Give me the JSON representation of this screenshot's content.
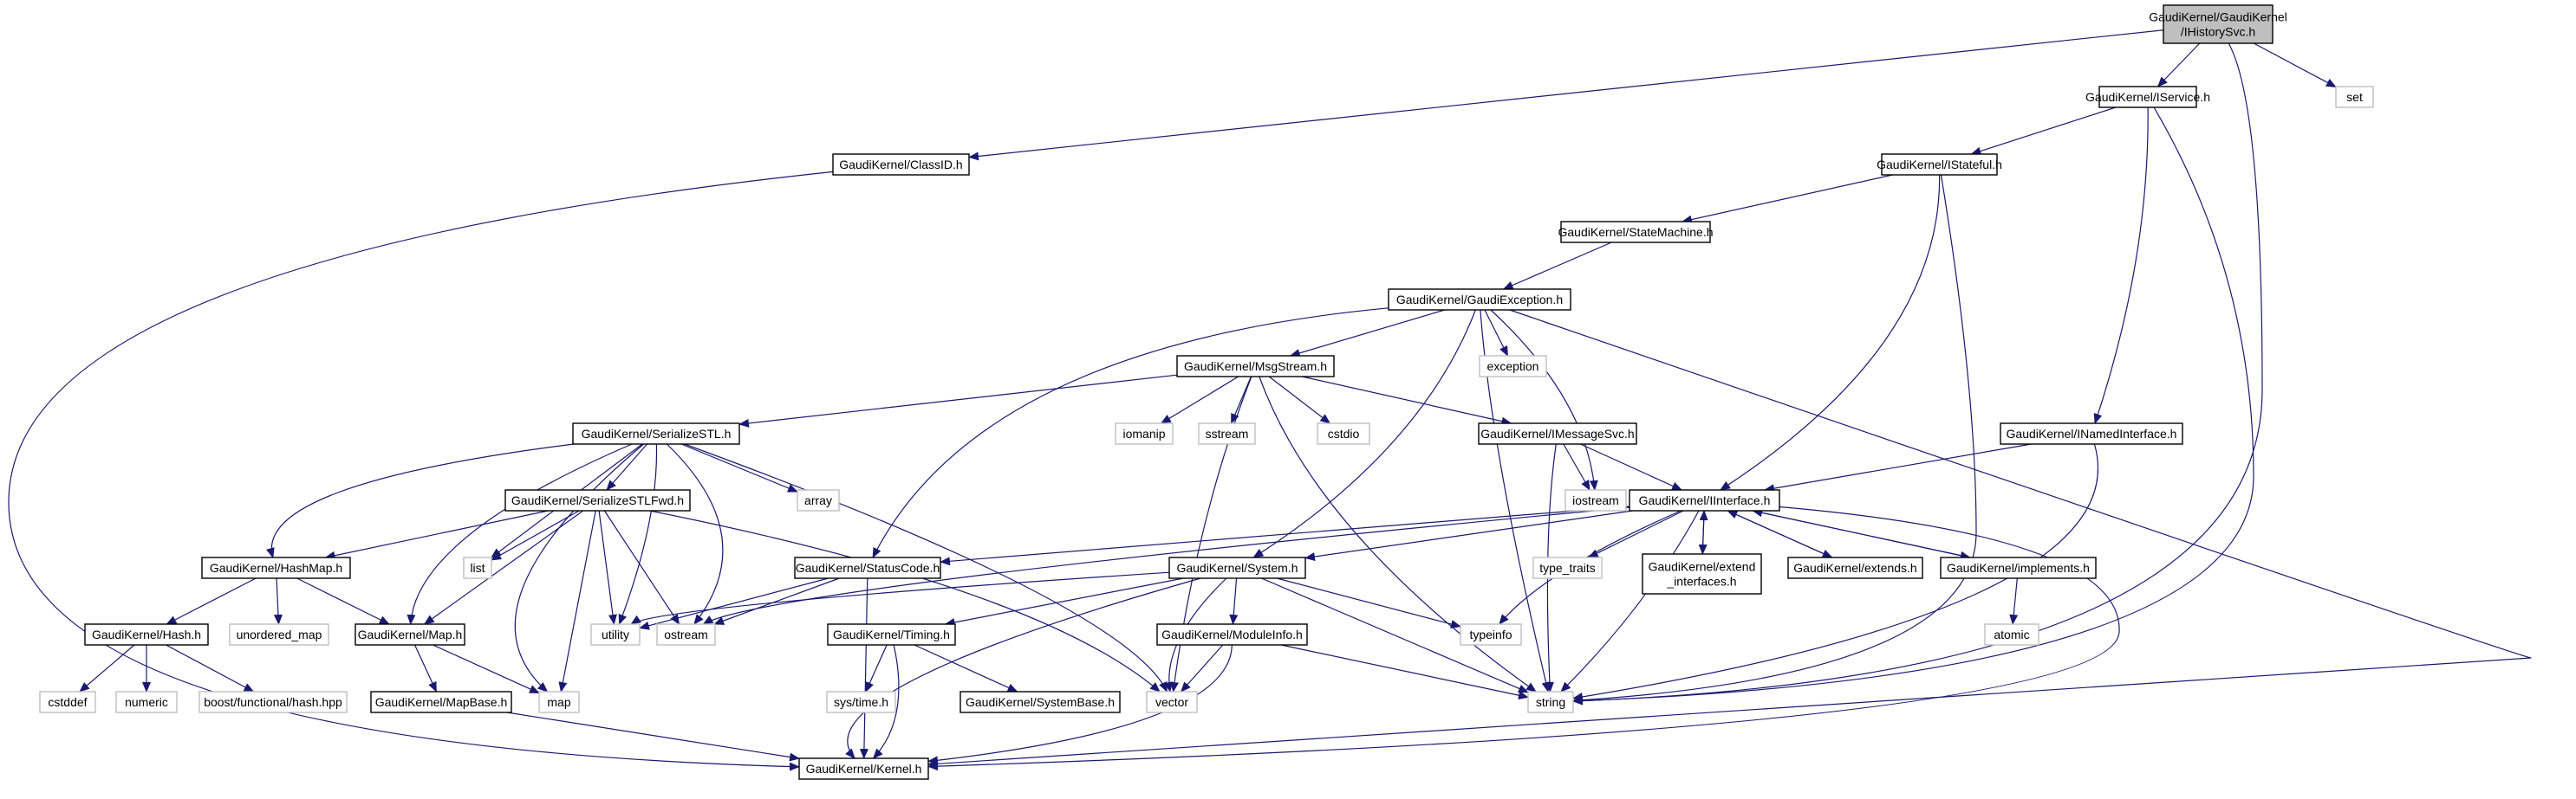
{
  "diagram": {
    "colors": {
      "edge": "#191970",
      "root_fill": "#bfbfbf",
      "doc_border": "#000000",
      "std_border": "#bfbfbf"
    },
    "nodes": [
      {
        "id": "ihistorysvc",
        "kind": "root",
        "lines": [
          "GaudiKernel/GaudiKernel",
          "/IHistorySvc.h"
        ]
      },
      {
        "id": "iservice",
        "kind": "doc",
        "lines": [
          "GaudiKernel/IService.h"
        ]
      },
      {
        "id": "set",
        "kind": "std",
        "lines": [
          "set"
        ]
      },
      {
        "id": "classid",
        "kind": "doc",
        "lines": [
          "GaudiKernel/ClassID.h"
        ]
      },
      {
        "id": "istateful",
        "kind": "doc",
        "lines": [
          "GaudiKernel/IStateful.h"
        ]
      },
      {
        "id": "statemachine",
        "kind": "doc",
        "lines": [
          "GaudiKernel/StateMachine.h"
        ]
      },
      {
        "id": "gaudiexception",
        "kind": "doc",
        "lines": [
          "GaudiKernel/GaudiException.h"
        ]
      },
      {
        "id": "msgstream",
        "kind": "doc",
        "lines": [
          "GaudiKernel/MsgStream.h"
        ]
      },
      {
        "id": "exception",
        "kind": "std",
        "lines": [
          "exception"
        ]
      },
      {
        "id": "serializestl",
        "kind": "doc",
        "lines": [
          "GaudiKernel/SerializeSTL.h"
        ]
      },
      {
        "id": "iomanip",
        "kind": "std",
        "lines": [
          "iomanip"
        ]
      },
      {
        "id": "sstream",
        "kind": "std",
        "lines": [
          "sstream"
        ]
      },
      {
        "id": "cstdio",
        "kind": "std",
        "lines": [
          "cstdio"
        ]
      },
      {
        "id": "imessagesvc",
        "kind": "doc",
        "lines": [
          "GaudiKernel/IMessageSvc.h"
        ]
      },
      {
        "id": "inamedinterface",
        "kind": "doc",
        "lines": [
          "GaudiKernel/INamedInterface.h"
        ]
      },
      {
        "id": "array",
        "kind": "std",
        "lines": [
          "array"
        ]
      },
      {
        "id": "serializestlfwd",
        "kind": "doc",
        "lines": [
          "GaudiKernel/SerializeSTLFwd.h"
        ]
      },
      {
        "id": "iostream",
        "kind": "std",
        "lines": [
          "iostream"
        ]
      },
      {
        "id": "iinterface",
        "kind": "doc",
        "lines": [
          "GaudiKernel/IInterface.h"
        ]
      },
      {
        "id": "list",
        "kind": "std",
        "lines": [
          "list"
        ]
      },
      {
        "id": "hashmap",
        "kind": "doc",
        "lines": [
          "GaudiKernel/HashMap.h"
        ]
      },
      {
        "id": "statuscode",
        "kind": "doc",
        "lines": [
          "GaudiKernel/StatusCode.h"
        ]
      },
      {
        "id": "system",
        "kind": "doc",
        "lines": [
          "GaudiKernel/System.h"
        ]
      },
      {
        "id": "type_traits",
        "kind": "std",
        "lines": [
          "type_traits"
        ]
      },
      {
        "id": "extend_interfaces",
        "kind": "doc",
        "lines": [
          "GaudiKernel/extend",
          "_interfaces.h"
        ]
      },
      {
        "id": "extends",
        "kind": "doc",
        "lines": [
          "GaudiKernel/extends.h"
        ]
      },
      {
        "id": "implements",
        "kind": "doc",
        "lines": [
          "GaudiKernel/implements.h"
        ]
      },
      {
        "id": "hash",
        "kind": "doc",
        "lines": [
          "GaudiKernel/Hash.h"
        ]
      },
      {
        "id": "unordered_map",
        "kind": "std",
        "lines": [
          "unordered_map"
        ]
      },
      {
        "id": "mapgk",
        "kind": "doc",
        "lines": [
          "GaudiKernel/Map.h"
        ]
      },
      {
        "id": "utility",
        "kind": "std",
        "lines": [
          "utility"
        ]
      },
      {
        "id": "ostream",
        "kind": "std",
        "lines": [
          "ostream"
        ]
      },
      {
        "id": "timing",
        "kind": "doc",
        "lines": [
          "GaudiKernel/Timing.h"
        ]
      },
      {
        "id": "moduleinfo",
        "kind": "doc",
        "lines": [
          "GaudiKernel/ModuleInfo.h"
        ]
      },
      {
        "id": "typeinfo",
        "kind": "std",
        "lines": [
          "typeinfo"
        ]
      },
      {
        "id": "atomic",
        "kind": "std",
        "lines": [
          "atomic"
        ]
      },
      {
        "id": "cstddef",
        "kind": "std",
        "lines": [
          "cstddef"
        ]
      },
      {
        "id": "numeric",
        "kind": "std",
        "lines": [
          "numeric"
        ]
      },
      {
        "id": "boosthash",
        "kind": "std",
        "lines": [
          "boost/functional/hash.hpp"
        ]
      },
      {
        "id": "mapstd",
        "kind": "std",
        "lines": [
          "map"
        ]
      },
      {
        "id": "mapbase",
        "kind": "doc",
        "lines": [
          "GaudiKernel/MapBase.h"
        ]
      },
      {
        "id": "systime",
        "kind": "std",
        "lines": [
          "sys/time.h"
        ]
      },
      {
        "id": "systembase",
        "kind": "doc",
        "lines": [
          "GaudiKernel/SystemBase.h"
        ]
      },
      {
        "id": "vector",
        "kind": "std",
        "lines": [
          "vector"
        ]
      },
      {
        "id": "string",
        "kind": "std",
        "lines": [
          "string"
        ]
      },
      {
        "id": "kernel",
        "kind": "doc",
        "lines": [
          "GaudiKernel/Kernel.h"
        ]
      }
    ]
  }
}
